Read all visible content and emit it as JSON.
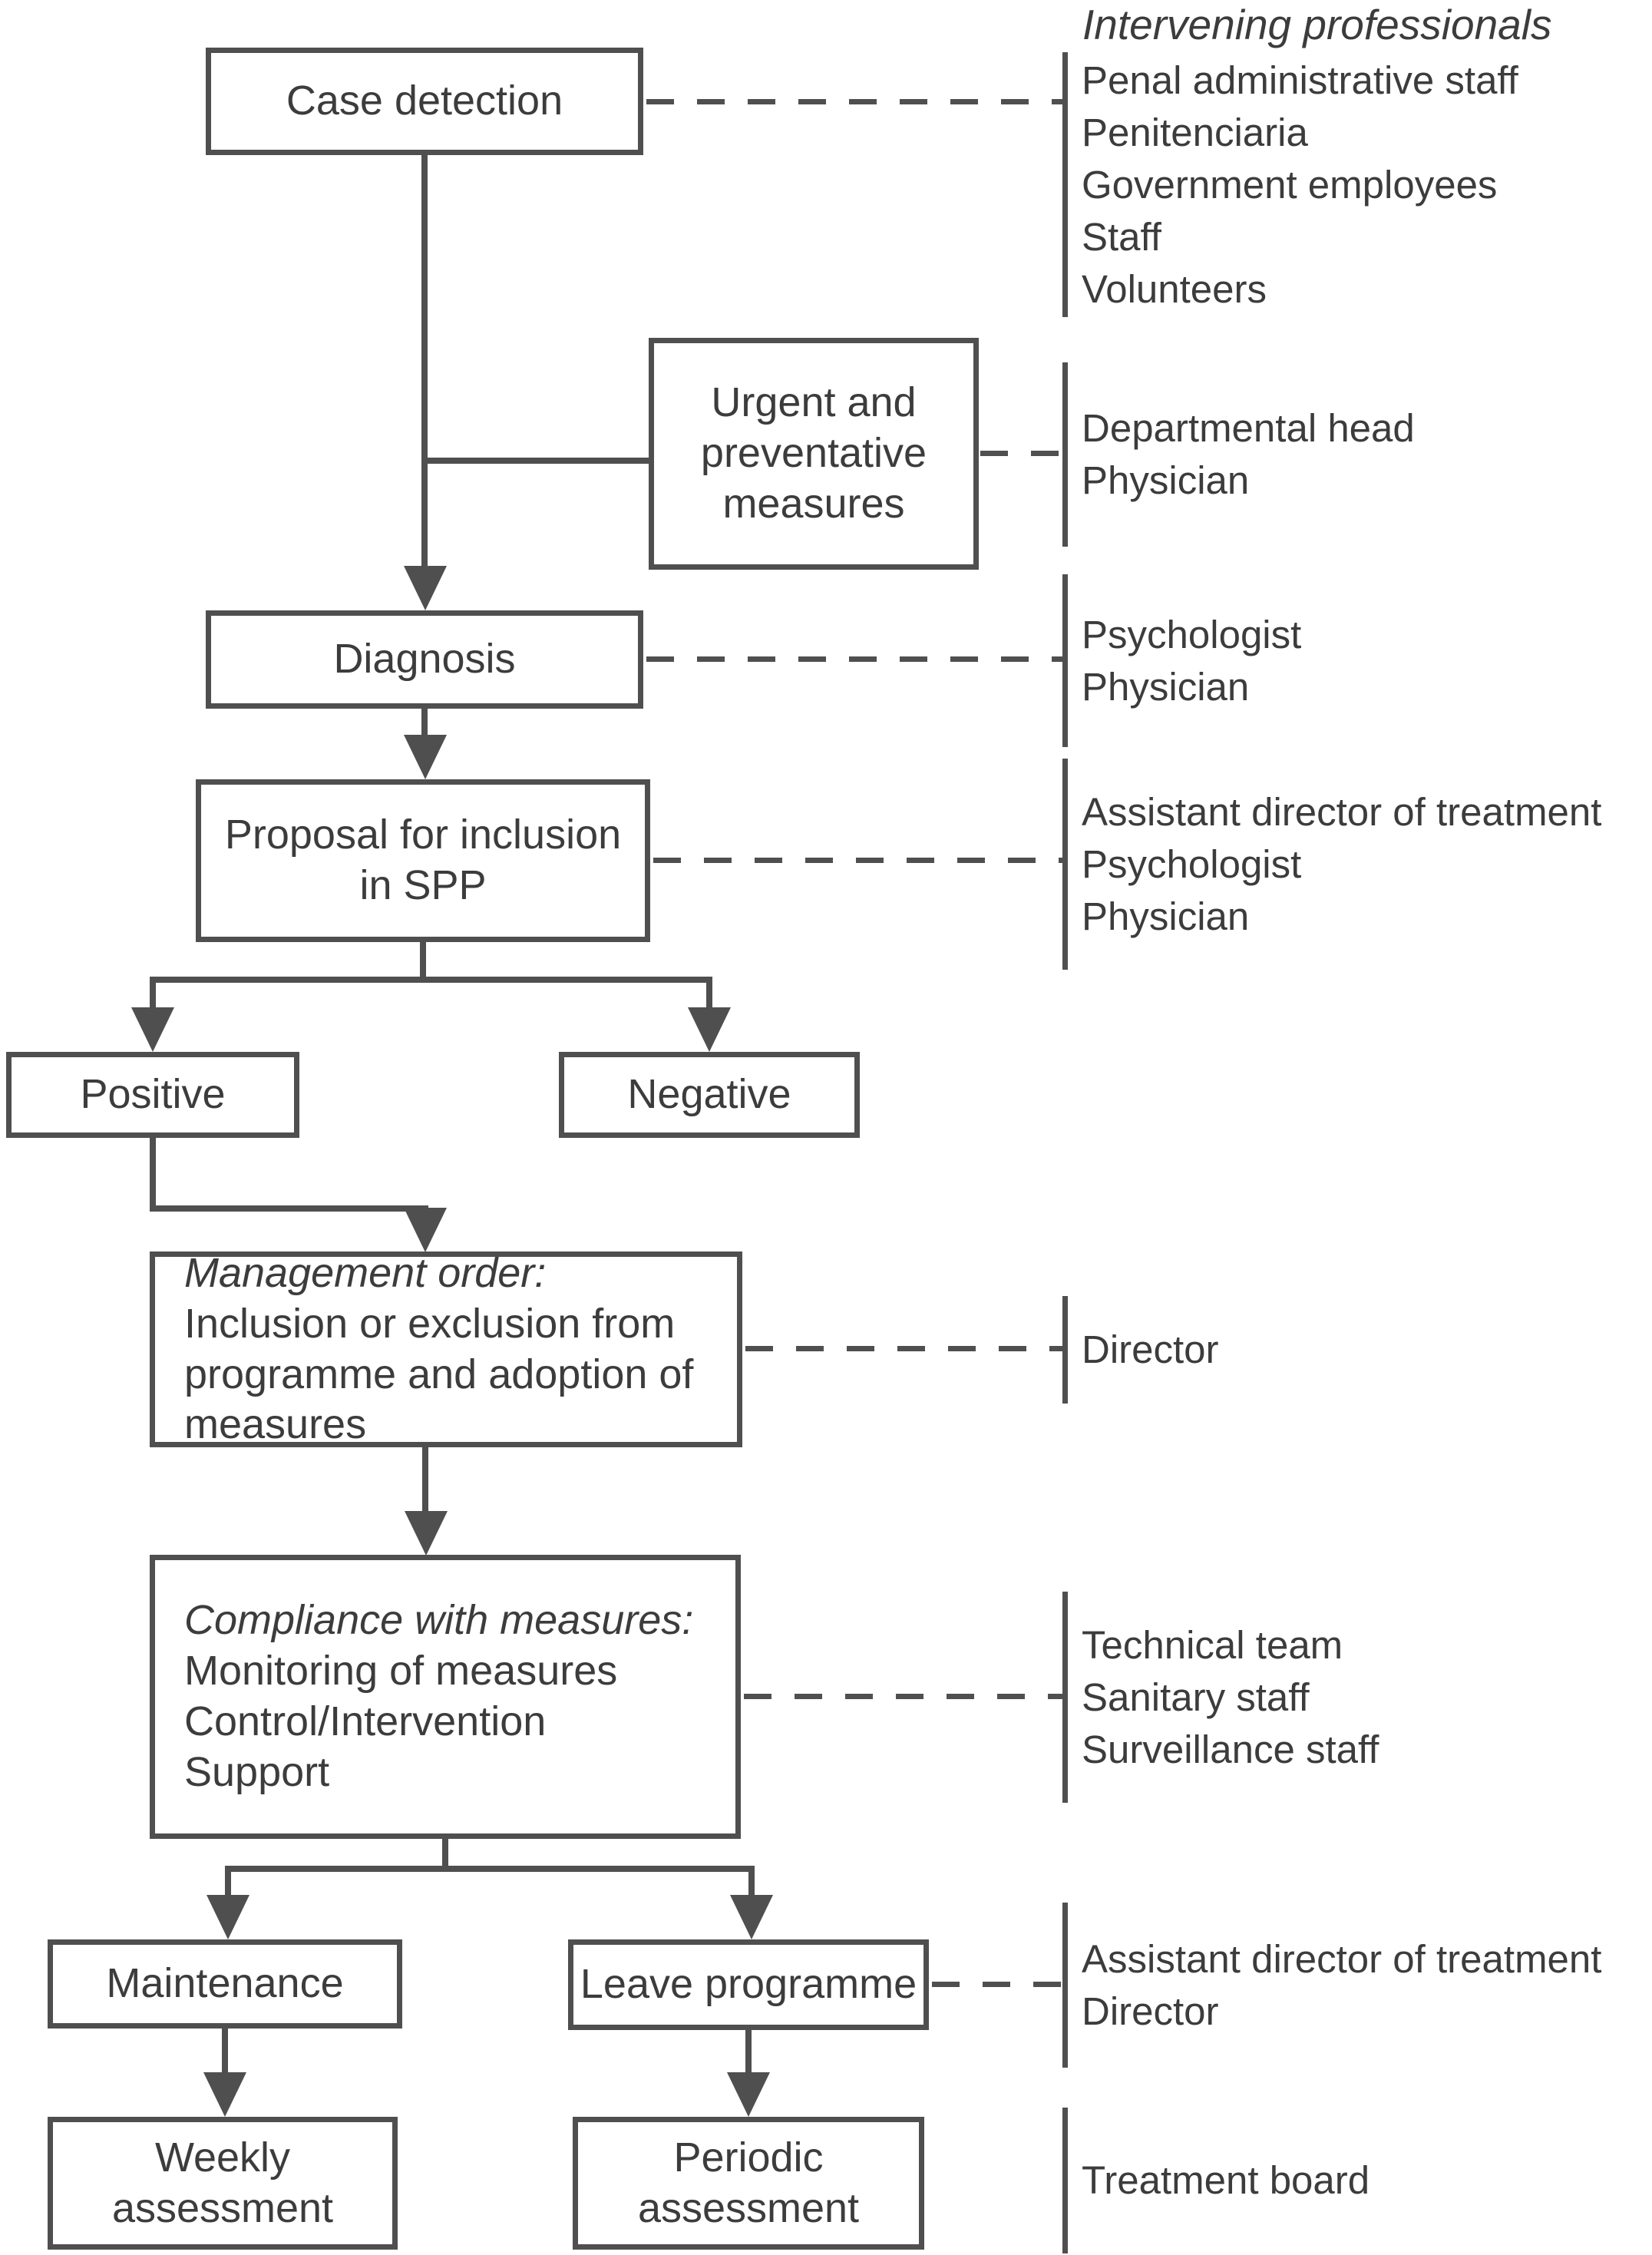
{
  "figure": {
    "colors": {
      "line": "#4f4f4f",
      "text": "#3c3c3c",
      "background": "#ffffff"
    },
    "boxes": {
      "case": {
        "label": "Case detection"
      },
      "urgent": {
        "label": "Urgent and\npreventative\nmeasures"
      },
      "diagnosis": {
        "label": "Diagnosis"
      },
      "proposal": {
        "label": "Proposal for inclusion\nin SPP"
      },
      "positive": {
        "label": "Positive"
      },
      "negative": {
        "label": "Negative"
      },
      "management": {
        "heading": "Management order:",
        "body": "Inclusion or exclusion from\nprogramme and adoption of\nmeasures"
      },
      "compliance": {
        "heading": "Compliance with measures:",
        "body": "Monitoring of measures\nControl/Intervention\nSupport"
      },
      "maintenance": {
        "label": "Maintenance"
      },
      "leave": {
        "label": "Leave programme"
      },
      "weekly": {
        "label": "Weekly\nassessment"
      },
      "periodic": {
        "label": "Periodic\nassessment"
      }
    },
    "professionals": {
      "title": "Intervening professionals",
      "case": {
        "items": [
          "Penal administrative staff",
          "Penitenciaria",
          "Government employees",
          "Staff",
          "Volunteers"
        ]
      },
      "urgent": {
        "items": [
          "Departmental head",
          "Physician"
        ]
      },
      "diagnosis": {
        "items": [
          "Psychologist",
          "Physician"
        ]
      },
      "proposal": {
        "items": [
          "Assistant director of treatment",
          "Psychologist",
          "Physician"
        ]
      },
      "management": {
        "items": [
          "Director"
        ]
      },
      "compliance": {
        "items": [
          "Technical team",
          "Sanitary staff",
          "Surveillance staff"
        ]
      },
      "leave": {
        "items": [
          "Assistant director of treatment",
          "Director"
        ]
      },
      "assessment": {
        "items": [
          "Treatment board"
        ]
      }
    }
  }
}
